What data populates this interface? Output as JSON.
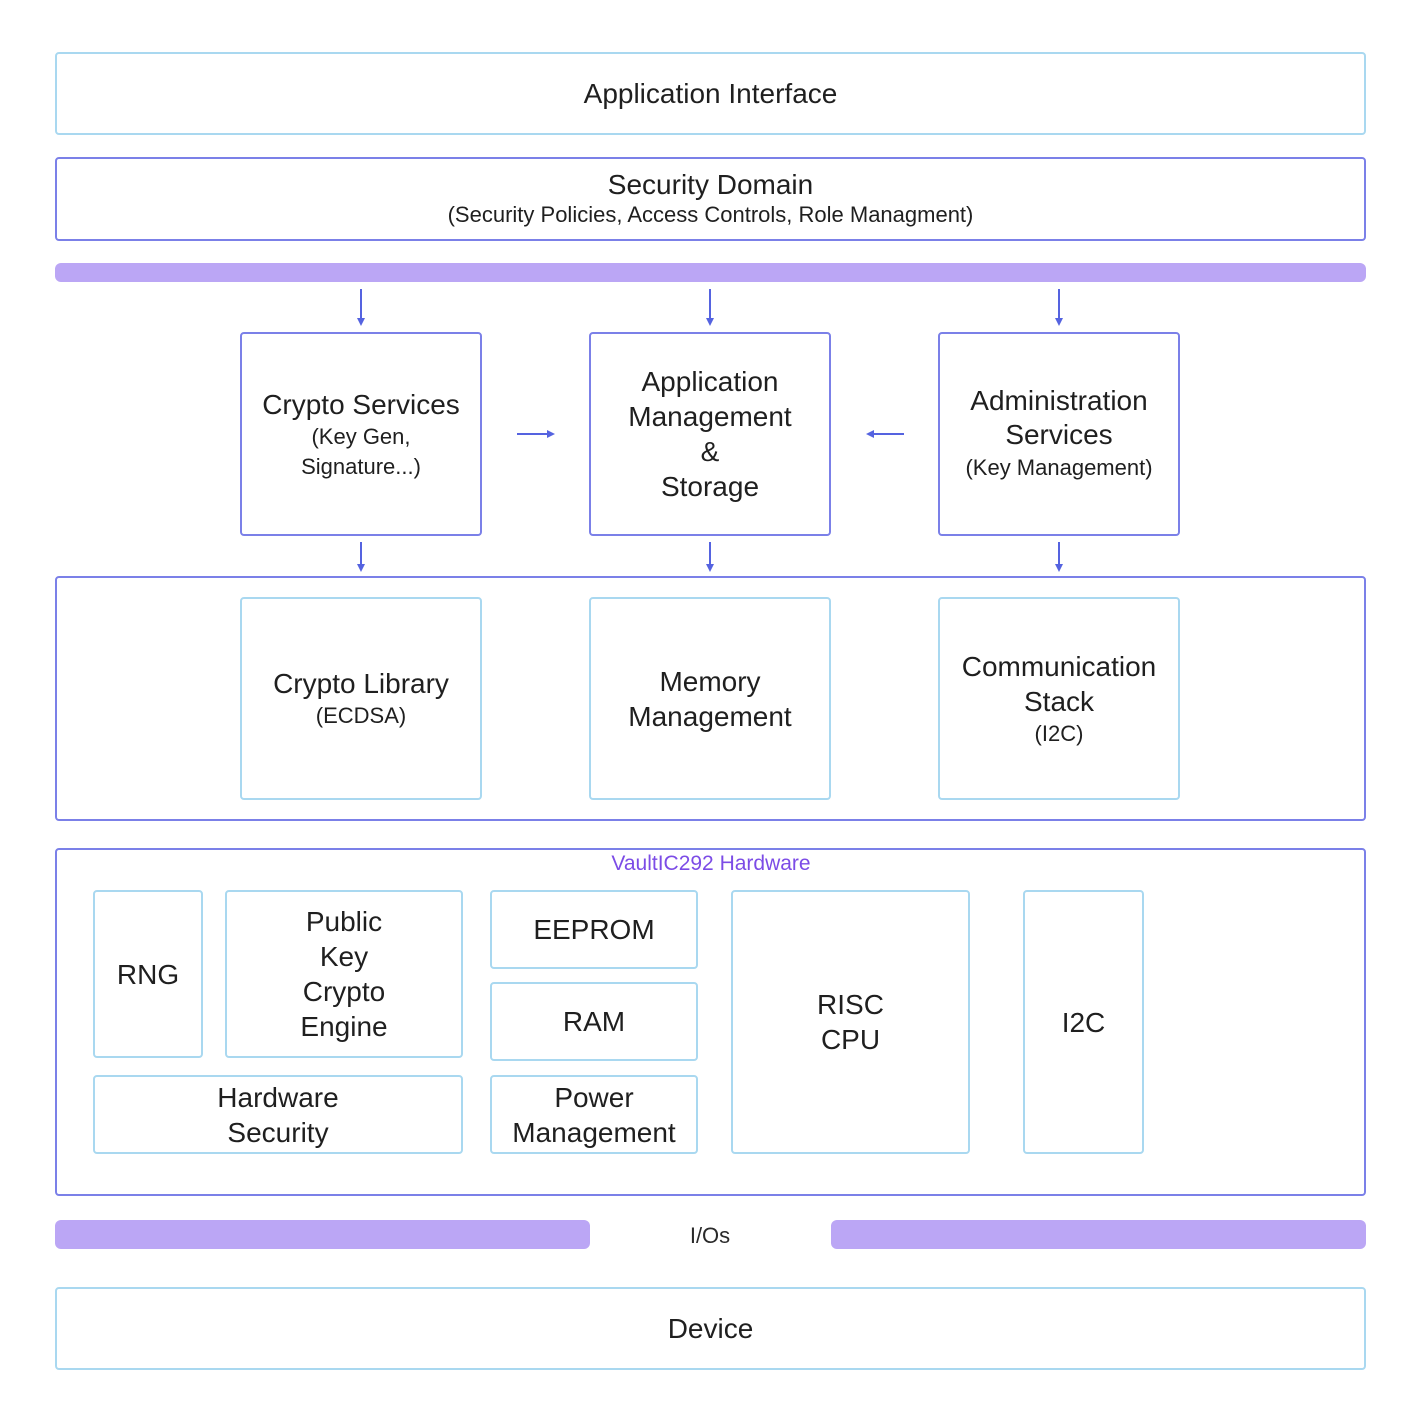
{
  "application_interface": {
    "label": "Application Interface"
  },
  "security_domain": {
    "label": "Security Domain",
    "sub": "(Security Policies, Access Controls, Role Managment)"
  },
  "services": {
    "crypto": {
      "line1": "Crypto Services",
      "line2": "(Key Gen,",
      "line3": "Signature...)"
    },
    "app_mgmt": {
      "line1": "Application",
      "line2": "Management",
      "line3": "&",
      "line4": "Storage"
    },
    "admin": {
      "line1": "Administration",
      "line2": "Services",
      "line3": "(Key Management)"
    }
  },
  "libraries": {
    "crypto_lib": {
      "line1": "Crypto Library",
      "line2": "(ECDSA)"
    },
    "memory": {
      "line1": "Memory",
      "line2": "Management"
    },
    "comm": {
      "line1": "Communication",
      "line2": "Stack",
      "line3": "(I2C)"
    }
  },
  "hardware": {
    "title": "VaultIC292 Hardware",
    "rng": "RNG",
    "pke": {
      "line1": "Public",
      "line2": "Key",
      "line3": "Crypto",
      "line4": "Engine"
    },
    "hw_security": {
      "line1": "Hardware",
      "line2": "Security"
    },
    "eeprom": "EEPROM",
    "ram": "RAM",
    "power": {
      "line1": "Power",
      "line2": "Management"
    },
    "cpu": {
      "line1": "RISC",
      "line2": "CPU"
    },
    "i2c": "I2C"
  },
  "ios": {
    "label": "I/Os"
  },
  "device": {
    "label": "Device"
  },
  "colors": {
    "bar": "#bba6f5",
    "arrow": "#5563e0",
    "box_border_light": "#a9d8f0",
    "box_border_dark": "#7b80e8",
    "hardware_title": "#7c4ce6"
  }
}
